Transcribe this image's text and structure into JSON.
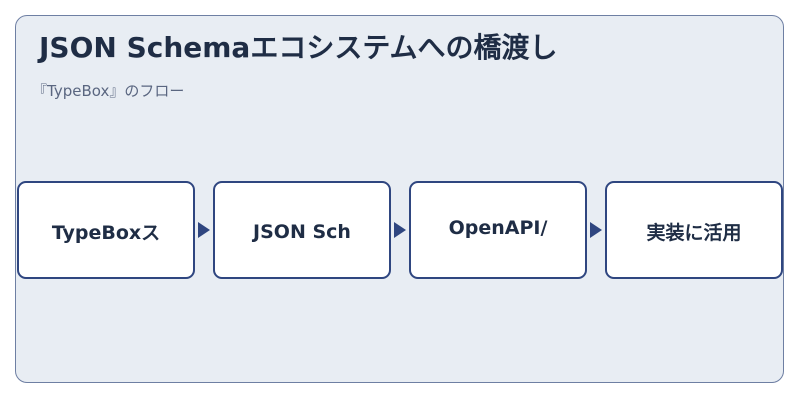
{
  "header": {
    "title": "JSON Schemaエコシステムへの橋渡し",
    "subtitle": "『TypeBox』のフロー"
  },
  "flow": {
    "steps": [
      {
        "label": "TypeBoxス"
      },
      {
        "label": "JSON Sch"
      },
      {
        "label": "OpenAPI/"
      },
      {
        "label": "実装に活用"
      }
    ]
  },
  "colors": {
    "panel_background": "#e8edf3",
    "panel_border": "#6e7fa3",
    "box_border": "#2f4680",
    "arrow": "#2f4680",
    "title_text": "#1f2d45",
    "subtitle_text": "#5a6680"
  }
}
